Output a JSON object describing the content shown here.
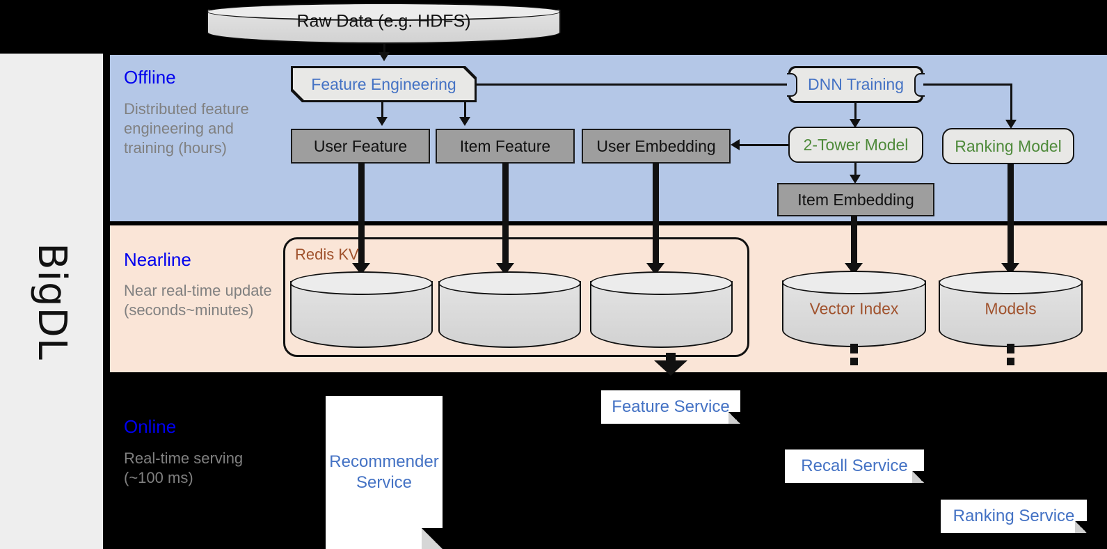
{
  "sidebar": {
    "label": "BigDL"
  },
  "bands": {
    "offline": {
      "title": "Offline",
      "subtitle": "Distributed feature engineering and training (hours)"
    },
    "nearline": {
      "title": "Nearline",
      "subtitle": "Near real-time update (seconds~minutes)"
    },
    "online": {
      "title": "Online",
      "subtitle": "Real-time serving (~100 ms)"
    }
  },
  "source": {
    "raw_data": "Raw Data (e.g. HDFS)"
  },
  "offline_nodes": {
    "feature_engineering": "Feature Engineering",
    "dnn_training": "DNN Training",
    "user_feature": "User Feature",
    "item_feature": "Item Feature",
    "user_embedding": "User Embedding",
    "two_tower_model": "2-Tower Model",
    "ranking_model": "Ranking Model",
    "item_embedding": "Item Embedding"
  },
  "nearline_nodes": {
    "redis_kv": "Redis KV",
    "vector_index": "Vector Index",
    "models": "Models"
  },
  "online_nodes": {
    "recommender_service": "Recommender Service",
    "feature_service": "Feature Service",
    "recall_service": "Recall Service",
    "ranking_service": "Ranking Service"
  },
  "colors": {
    "offline_band": "#b4c7e7",
    "nearline_band": "#fae5d7",
    "online_band": "#000000",
    "sidebar": "#eeeeee",
    "title_blue": "#0000ee",
    "node_blue": "#4472c4",
    "node_green": "#4e8a3a",
    "store_brown": "#a0522d",
    "grey_box": "#9e9e9e",
    "proc_box": "#e8e8e6"
  }
}
